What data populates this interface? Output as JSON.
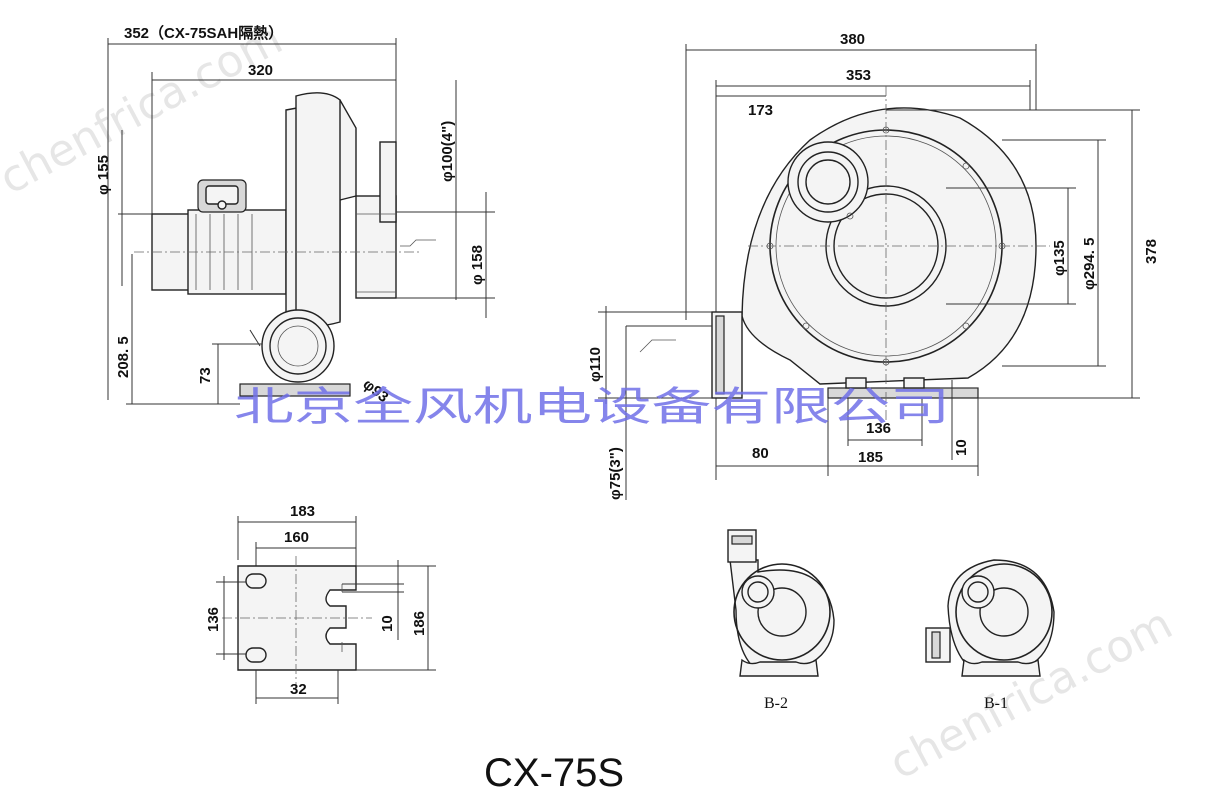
{
  "diagram": {
    "model_title": "CX-75S",
    "company_name": "北京全风机电设备有限公司",
    "watermark_text": "chenfrica.com",
    "side_view": {
      "overall_length_label": "352（CX-75SAH隔熱）",
      "length_label": "320",
      "outlet_label": "φ100(4\")",
      "d155_label": "φ 155",
      "d158_label": "φ 158",
      "height_label": "208. 5",
      "h73_label": "73",
      "d93_label": "φ93"
    },
    "front_view": {
      "width_380": "380",
      "width_353": "353",
      "label_173": "173",
      "d135_label": "φ135",
      "d294_label": "φ294. 5",
      "height_378": "378",
      "d110_label": "φ110",
      "d75_label": "φ75(3\")",
      "label_136": "136",
      "label_185": "185",
      "label_80": "80",
      "label_10": "10"
    },
    "base_view": {
      "width_183": "183",
      "width_160": "160",
      "height_136": "136",
      "slot_10": "10",
      "height_186": "186",
      "offset_32": "32"
    },
    "variants": [
      "B-2",
      "B-1"
    ]
  }
}
